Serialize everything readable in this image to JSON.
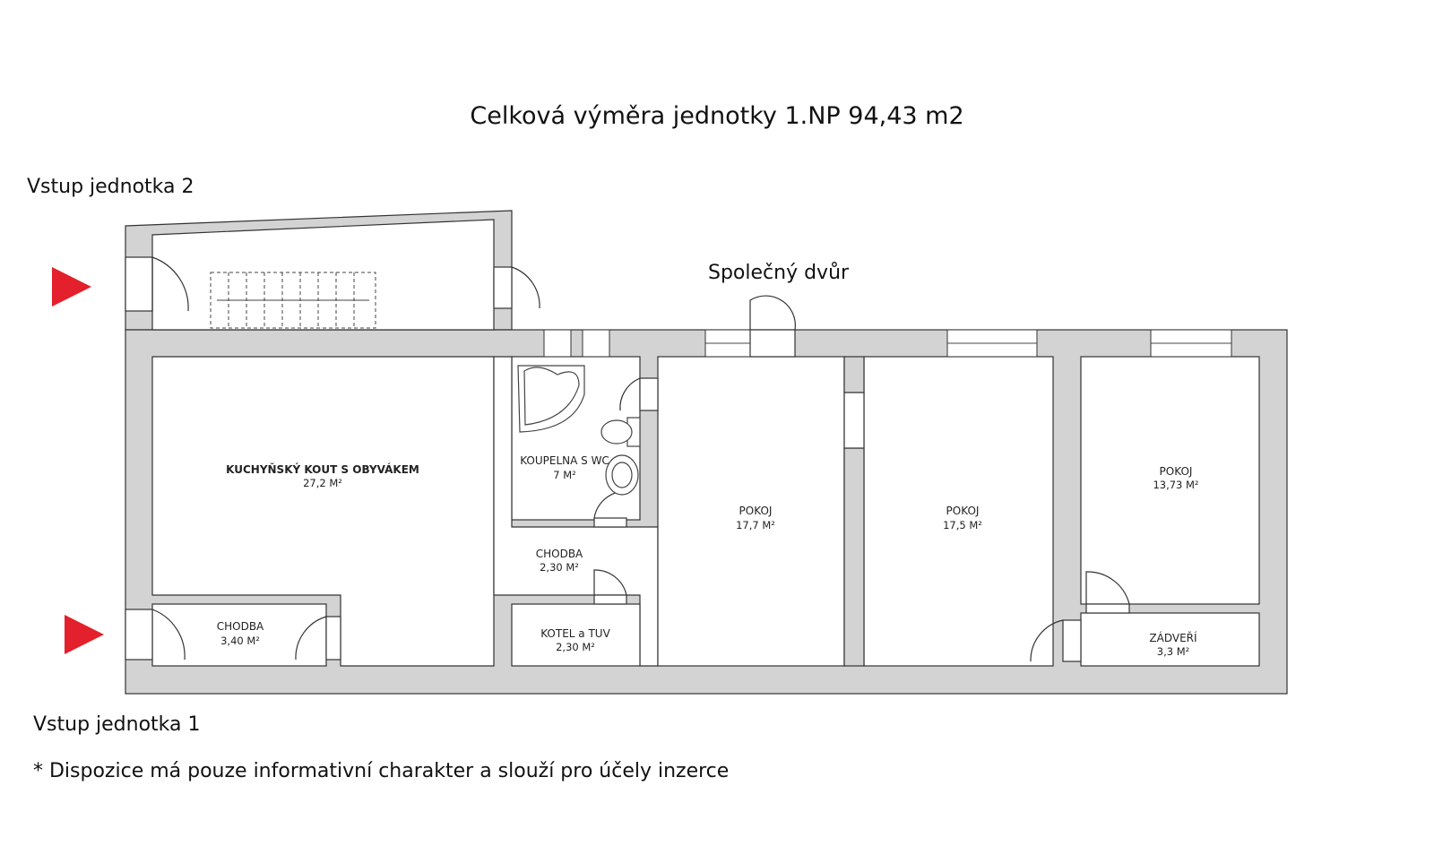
{
  "title": "Celková výměra jednotky 1.NP 94,43 m2",
  "labels": {
    "entrance_2": "Vstup jednotka 2",
    "entrance_1": "Vstup jednotka 1",
    "courtyard": "Společný dvůr",
    "disclaimer": "* Dispozice má pouze informativní charakter a slouží pro účely inzerce"
  },
  "rooms": {
    "living": {
      "name": "KUCHYŇSKÝ KOUT S OBYVÁKEM",
      "area": "27,2 M²"
    },
    "bathroom": {
      "name": "KOUPELNA S WC",
      "area": "7 M²"
    },
    "room_a": {
      "name": "POKOJ",
      "area": "17,7 M²"
    },
    "room_b": {
      "name": "POKOJ",
      "area": "17,5 M²"
    },
    "room_c": {
      "name": "POKOJ",
      "area": "13,73 M²"
    },
    "hall_small": {
      "name": "CHODBA",
      "area": "2,30 M²"
    },
    "hall_entry": {
      "name": "CHODBA",
      "area": "3,40 M²"
    },
    "boiler": {
      "name": "KOTEL a TUV",
      "area": "2,30 M²"
    },
    "vestibule": {
      "name": "ZÁDVEŘÍ",
      "area": "3,3 M²"
    }
  },
  "colors": {
    "arrow": "#e3202b",
    "wall": "#d3d3d3"
  }
}
